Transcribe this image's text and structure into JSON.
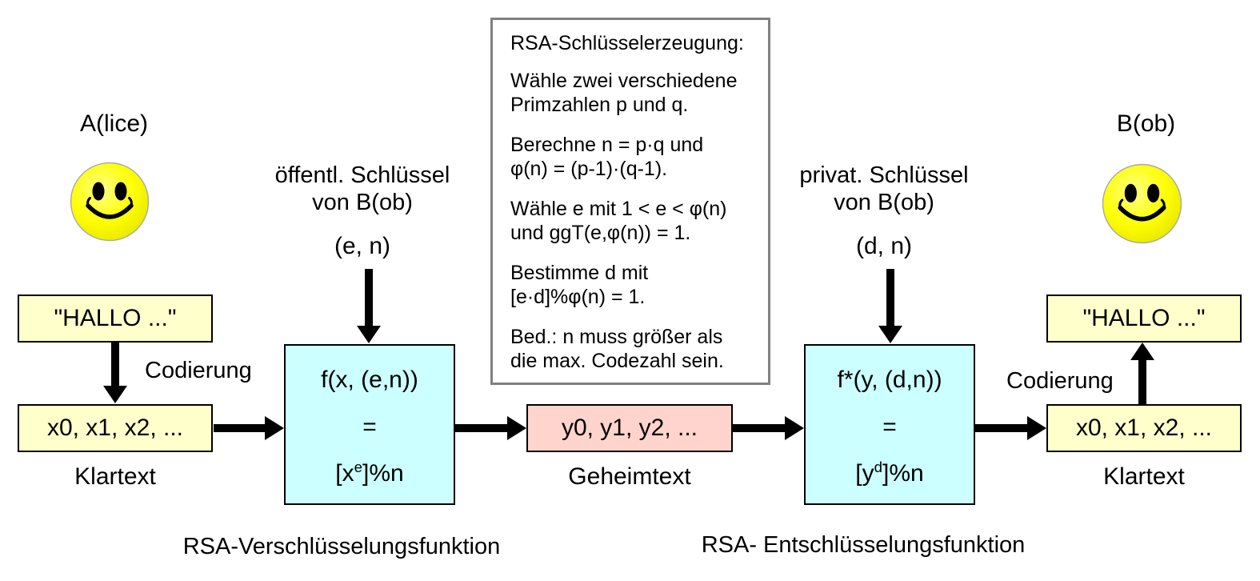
{
  "alice": {
    "label": "A(lice)"
  },
  "bob": {
    "label": "B(ob)"
  },
  "keygen": {
    "title": "RSA-Schlüsselerzeugung:",
    "paragraphs": [
      "Wähle zwei verschiedene\nPrimzahlen p und q.",
      "Berechne n = p·q und\nφ(n) = (p-1)·(q-1).",
      "Wähle e mit 1 < e < φ(n)\nund ggT(e,φ(n)) = 1.",
      "Bestimme d mit\n[e·d]%φ(n) = 1.",
      "Bed.: n muss größer als\ndie max. Codezahl sein."
    ]
  },
  "encryption": {
    "key_label": "öffentl. Schlüssel\nvon B(ob)",
    "key_tuple": "(e, n)",
    "func_line1": "f(x, (e,n))",
    "func_equals": "=",
    "formula_base": "[x",
    "formula_sup": "e",
    "formula_rest": "]%n",
    "caption": "RSA-Verschlüsselungsfunktion"
  },
  "decryption": {
    "key_label": "privat. Schlüssel\nvon B(ob)",
    "key_tuple": "(d, n)",
    "func_line1": "f*(y, (d,n))",
    "func_equals": "=",
    "formula_base": "[y",
    "formula_sup": "d",
    "formula_rest": "]%n",
    "caption": "RSA- Entschlüsselungsfunktion"
  },
  "plaintext_left": {
    "message": "\"HALLO ...\"",
    "coding_label": "Codierung",
    "code": "x0, x1, x2, ...",
    "caption": "Klartext"
  },
  "ciphertext": {
    "code": "y0, y1, y2, ...",
    "caption": "Geheimtext"
  },
  "plaintext_right": {
    "message": "\"HALLO ...\"",
    "coding_label": "Codierung",
    "code": "x0, x1, x2, ...",
    "caption": "Klartext"
  },
  "colors": {
    "plaintext_box": "#ffffcc",
    "function_box": "#ccffff",
    "ciphertext_box": "#ffd4cc",
    "smiley_yellow": "#ffff00",
    "keygen_border": "#808080",
    "arrow": "#000000"
  }
}
